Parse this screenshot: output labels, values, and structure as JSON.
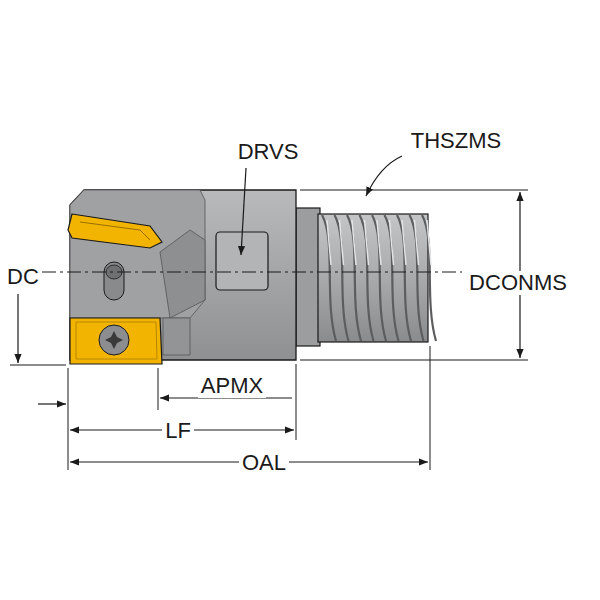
{
  "diagram": {
    "labels": [
      "DRVS",
      "THSZMS",
      "DC",
      "DCONMS",
      "APMX",
      "LF",
      "OAL"
    ]
  }
}
